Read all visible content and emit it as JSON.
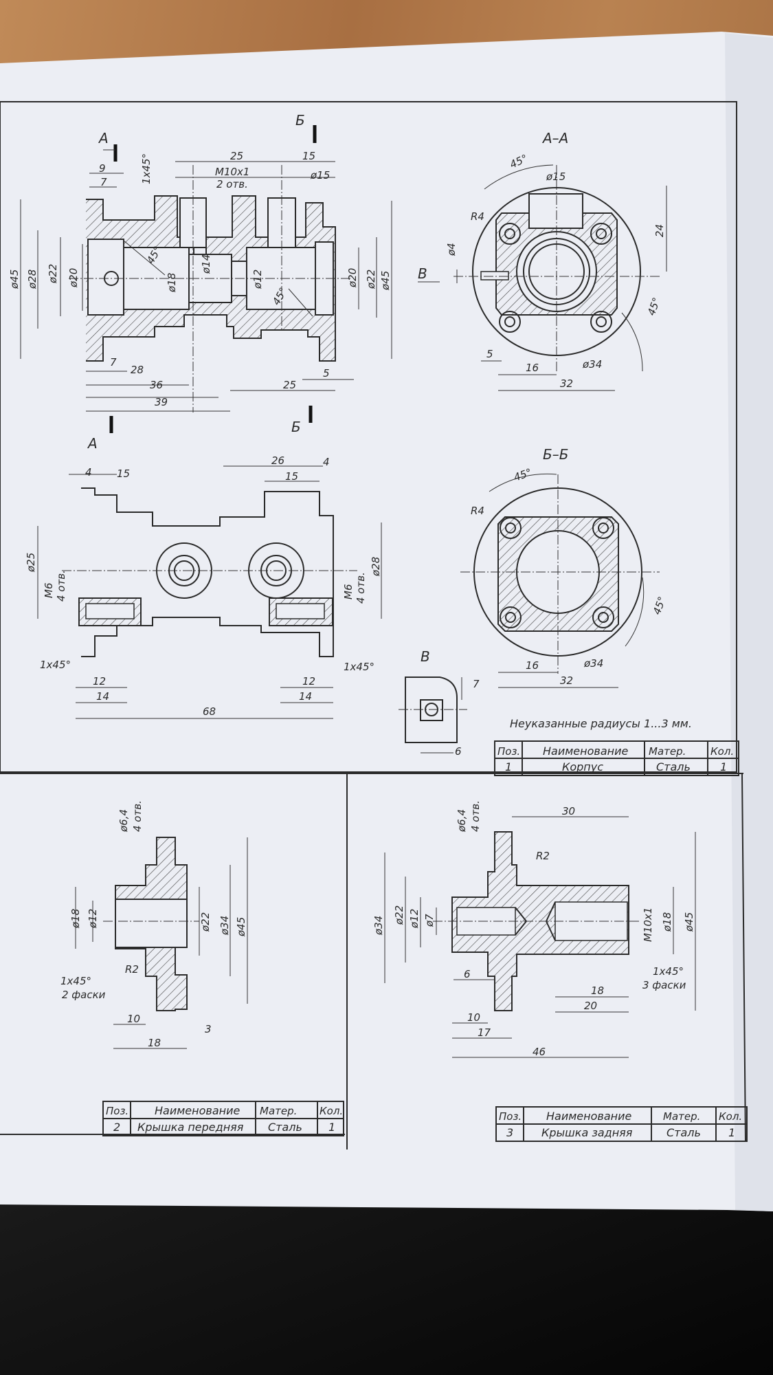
{
  "views": {
    "section_aa": "А–А",
    "section_bb": "Б–Б",
    "view_v": "В",
    "mark_a": "А",
    "mark_b": "Б"
  },
  "dims_main": {
    "d9": "9",
    "d7": "7",
    "c1x45": "1х45°",
    "d25": "25",
    "d15": "15",
    "m10": "М10х1",
    "otv2": "2 отв.",
    "o15": "ø15",
    "o45": "ø45",
    "o28": "ø28",
    "o22": "ø22",
    "o20": "ø20",
    "o18": "ø18",
    "o14": "ø14",
    "o12": "ø12",
    "o20r": "ø20",
    "o22r": "ø22",
    "o45r": "ø45",
    "a45": "45°",
    "a45b": "45°",
    "b7": "7",
    "b28": "28",
    "b36": "36",
    "b39": "39",
    "b25": "25",
    "b5": "5"
  },
  "dims_aa": {
    "a45": "45°",
    "o15": "ø15",
    "r4": "R4",
    "o4": "ø4",
    "d24": "24",
    "a45r": "45°",
    "d5": "5",
    "d16": "16",
    "o34": "ø34",
    "d32": "32"
  },
  "dims_front": {
    "d4": "4",
    "d15": "15",
    "d26": "26",
    "d4r": "4",
    "d15r": "15",
    "o25": "ø25",
    "m6": "М6",
    "otv4": "4 отв.",
    "m6r": "М6",
    "otv4r": "4 отв.",
    "o28": "ø28",
    "c1x45": "1х45°",
    "c1x45r": "1х45°",
    "d12": "12",
    "d14": "14",
    "d12r": "12",
    "d14r": "14",
    "d68": "68"
  },
  "dims_bb": {
    "a45": "45°",
    "r4": "R4",
    "a45r": "45°",
    "d16": "16",
    "o34": "ø34",
    "d32": "32"
  },
  "dims_v": {
    "d7": "7",
    "d6": "6"
  },
  "note": "Неуказанные радиусы 1...3 мм.",
  "table_header": {
    "pos": "Поз.",
    "name": "Наименование",
    "mat": "Матер.",
    "qty": "Кол."
  },
  "table1": {
    "pos": "1",
    "name": "Корпус",
    "mat": "Сталь",
    "qty": "1"
  },
  "table2": {
    "pos": "2",
    "name": "Крышка передняя",
    "mat": "Сталь",
    "qty": "1"
  },
  "table3": {
    "pos": "3",
    "name": "Крышка задняя",
    "mat": "Сталь",
    "qty": "1"
  },
  "dims_front_cover": {
    "o64": "ø6,4",
    "otv4": "4 отв.",
    "o18": "ø18",
    "o12": "ø12",
    "o22": "ø22",
    "o34": "ø34",
    "o45": "ø45",
    "r2": "R2",
    "c1x45": "1х45°",
    "fask2": "2 фаски",
    "d10": "10",
    "d3": "3",
    "d18": "18"
  },
  "dims_rear_cover": {
    "o64": "ø6,4",
    "otv4": "4 отв.",
    "d30": "30",
    "r2": "R2",
    "o34": "ø34",
    "o22": "ø22",
    "o12": "ø12",
    "o7": "ø7",
    "m10": "М10х1",
    "o18": "ø18",
    "o45": "ø45",
    "d6": "6",
    "c1x45": "1х45°",
    "fask3": "3 фаски",
    "d18": "18",
    "d20": "20",
    "d10": "10",
    "d17": "17",
    "d46": "46"
  },
  "colors": {
    "paper": "#eceef4",
    "ink": "#2a2a2a"
  }
}
